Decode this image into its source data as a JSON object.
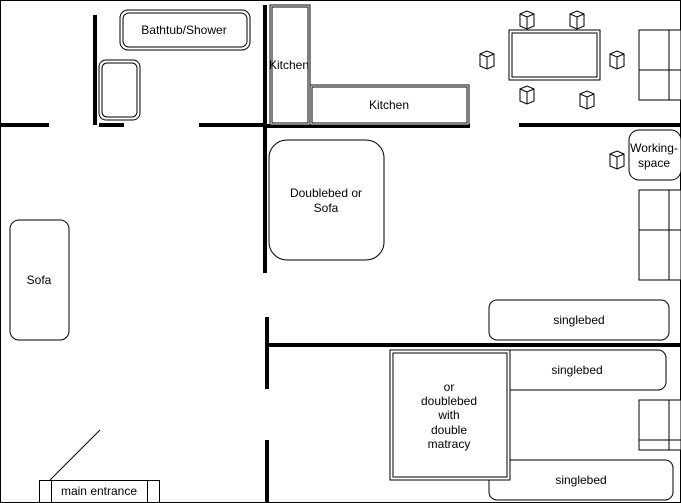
{
  "title": "Apartment floor plan",
  "colors": {
    "wall": "#000000",
    "stroke": "#000000",
    "fill": "#ffffff"
  },
  "furniture": {
    "bathtub": "Bathtub/Shower",
    "kitchen_vertical": "Kitchen",
    "kitchen_horizontal": "Kitchen",
    "doublebed_sofa": [
      "Doublebed or",
      "Sofa"
    ],
    "sofa": "Sofa",
    "workingspace": [
      "Working-",
      "space"
    ],
    "singlebed_top": "singlebed",
    "singlebed_middle": "singlebed",
    "singlebed_bottom": "singlebed",
    "doublebed_matracy": [
      "or",
      "doublebed",
      "with",
      "double",
      "matracy"
    ],
    "main_entrance": "main entrance"
  },
  "icons": {
    "chair": "chair-cube-icon",
    "toilet": "toilet-icon",
    "wardrobe": "wardrobe-icon"
  }
}
